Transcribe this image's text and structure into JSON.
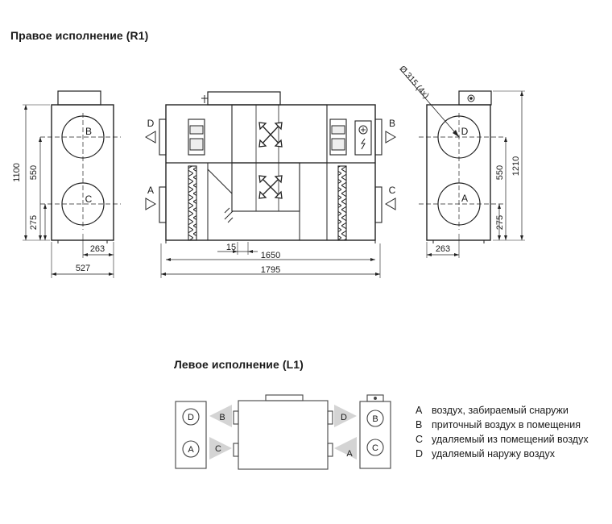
{
  "titles": {
    "right": "Правое исполнение (R1)",
    "left": "Левое исполнение (L1)"
  },
  "dims": {
    "side_height": "1100",
    "upper_offset": "550",
    "lower_offset": "275",
    "port_offset": "263",
    "side_width": "527",
    "inner_offset": "15",
    "inner_length": "1650",
    "total_length": "1795",
    "diameter": "Ø 315 (4x)",
    "right_height": "1210"
  },
  "ports": {
    "A": "A",
    "B": "B",
    "C": "C",
    "D": "D"
  },
  "legend": [
    {
      "key": "A",
      "text": "воздух, забираемый снаружи"
    },
    {
      "key": "B",
      "text": "приточный воздух в помещения"
    },
    {
      "key": "C",
      "text": "удаляемый из помещений воздух"
    },
    {
      "key": "D",
      "text": "удаляемый наружу воздух"
    }
  ]
}
